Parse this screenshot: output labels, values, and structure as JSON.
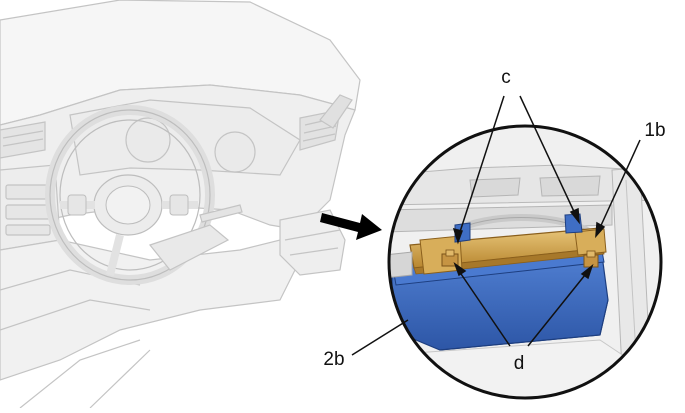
{
  "diagram": {
    "callouts": {
      "c": "c",
      "b1": "1b",
      "b2": "2b",
      "d": "d"
    },
    "colors": {
      "background": "#ffffff",
      "dashboard_fill": "#f4f4f4",
      "dashboard_line": "#c8c8c8",
      "module_blue": "#3f6ec4",
      "module_blue_dark": "#284f9a",
      "bracket_gold": "#c79a3a",
      "bracket_gold_light": "#e6c57a",
      "callout_line": "#111111",
      "arrow": "#000000"
    },
    "icons": {
      "direction_arrow": "arrow-right-icon"
    }
  }
}
